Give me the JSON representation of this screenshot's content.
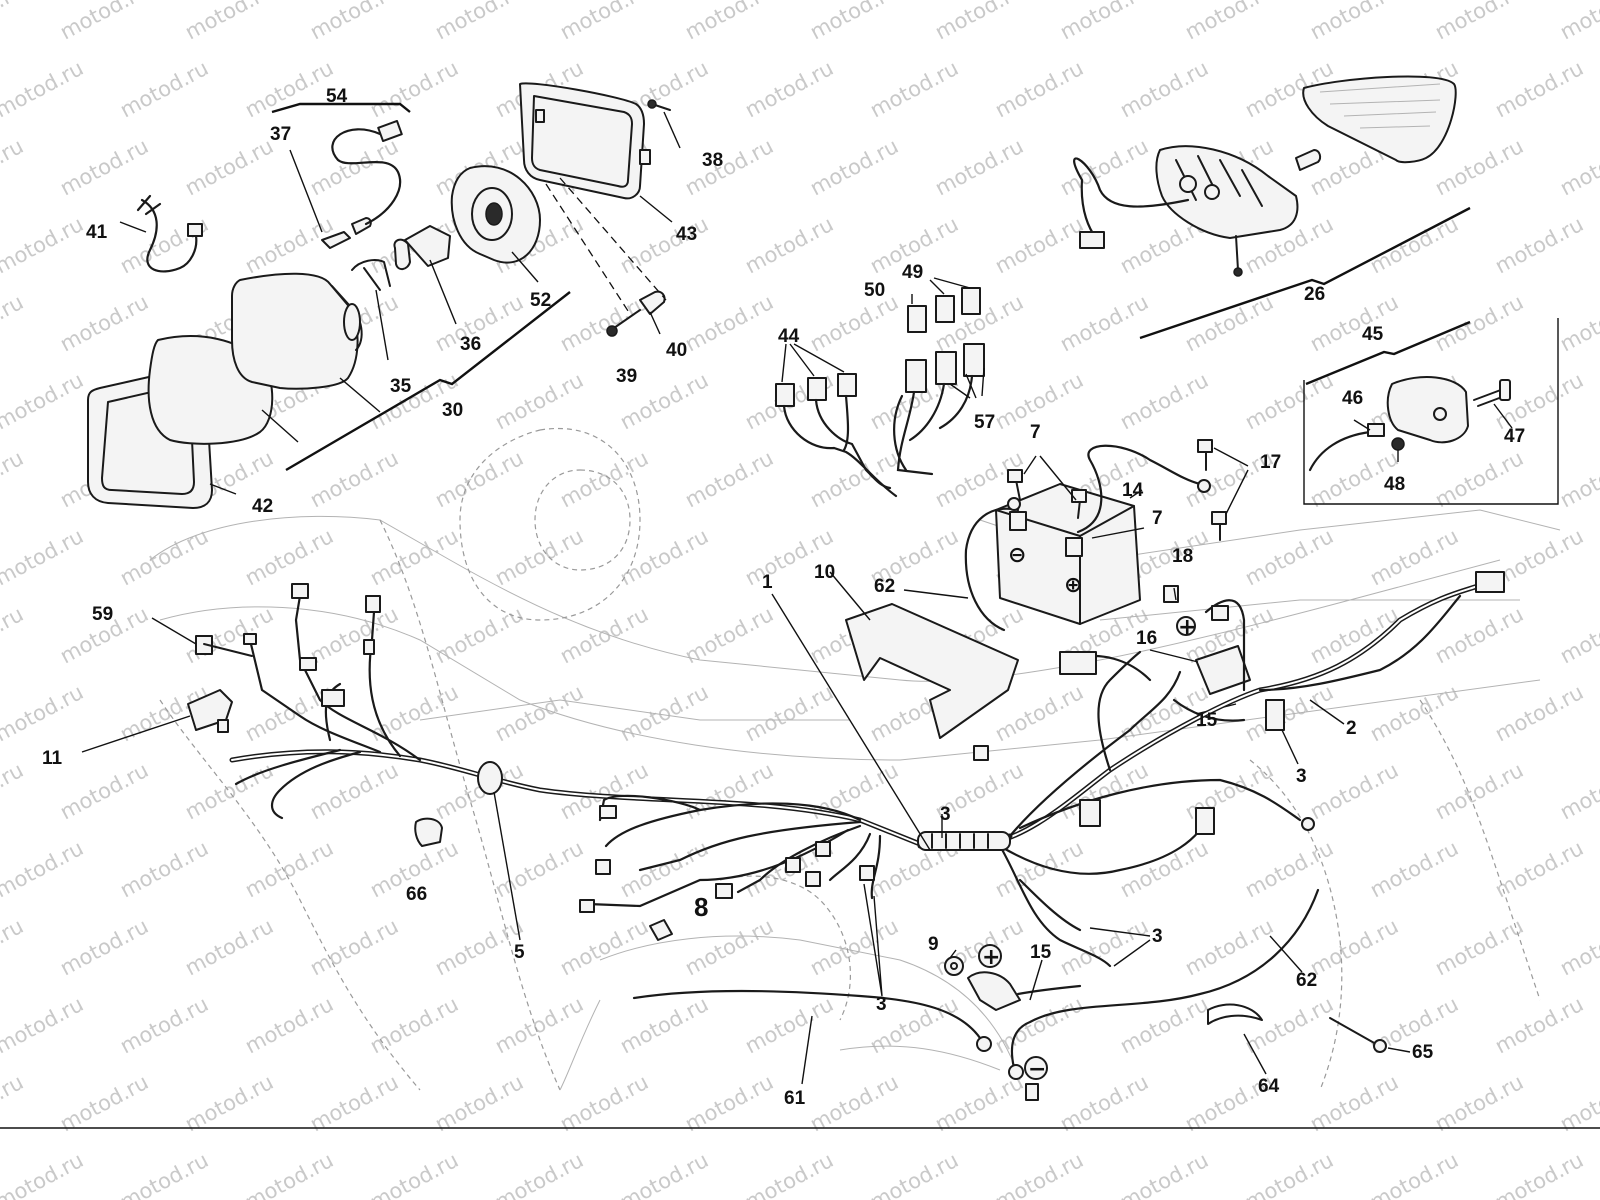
{
  "watermark": {
    "text": "motod.ru"
  },
  "callouts": {
    "c1": "1",
    "c2": "2",
    "c3": "3",
    "c5": "5",
    "c7": "7",
    "c8": "8",
    "c9": "9",
    "c10": "10",
    "c11": "11",
    "c14": "14",
    "c15": "15",
    "c16": "16",
    "c17": "17",
    "c18": "18",
    "c26": "26",
    "c30": "30",
    "c35": "35",
    "c36": "36",
    "c37": "37",
    "c38": "38",
    "c39": "39",
    "c40": "40",
    "c41": "41",
    "c42": "42",
    "c43": "43",
    "c44": "44",
    "c45": "45",
    "c46": "46",
    "c47": "47",
    "c48": "48",
    "c49": "49",
    "c50": "50",
    "c52": "52",
    "c54": "54",
    "c57": "57",
    "c59": "59",
    "c61": "61",
    "c62": "62",
    "c64": "64",
    "c65": "65",
    "c66": "66"
  },
  "symbols": {
    "plus": "+",
    "minus": "−"
  }
}
